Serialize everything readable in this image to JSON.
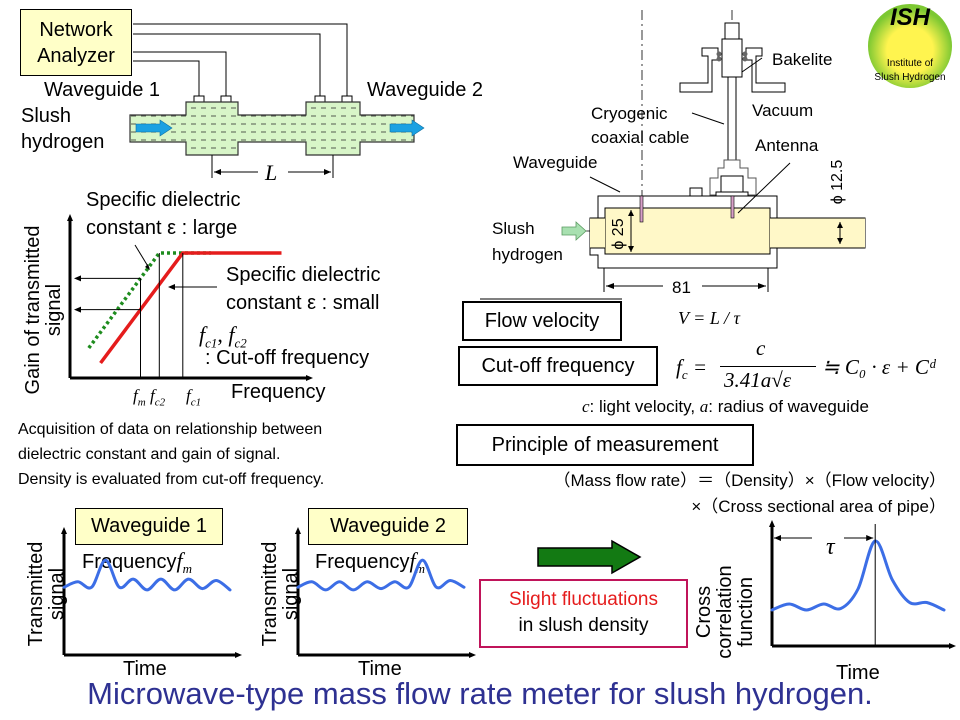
{
  "slide_title": "Microwave-type mass flow rate meter for slush hydrogen.",
  "logo": {
    "abbrev": "ISH",
    "line1": "Institute of",
    "line2": "Slush Hydrogen",
    "colors": {
      "outer": "#7dc832",
      "inner": "#fff44f",
      "text": "#1a1a1a"
    }
  },
  "pipeline_diagram": {
    "analyzer_label_line1": "Network",
    "analyzer_label_line2": "Analyzer",
    "waveguide1_label": "Waveguide 1",
    "waveguide2_label": "Waveguide 2",
    "fluid_label_line1": "Slush",
    "fluid_label_line2": "hydrogen",
    "distance_label": "L",
    "colors": {
      "pipe_fill": "#d8f5c8",
      "flow_arrow": "#1ba1e2",
      "analyzer_fill": "#ffffc8"
    }
  },
  "gain_chart": {
    "ylabel_line1": "Gain of transmitted",
    "ylabel_line2": "signal",
    "xlabel": "Frequency",
    "large_label_line1": "Specific dielectric",
    "large_label_line2": "constant ε : large",
    "small_label_line1": "Specific dielectric",
    "small_label_line2": "constant ε : small",
    "cutoff_symbols": "fᶜ₁,  fᶜ₂",
    "cutoff_label": ": Cut-off frequency",
    "ticks": [
      "fm",
      "fc2",
      "fc1"
    ],
    "tick_fm": "f",
    "tick_fm_sub": "m",
    "tick_fc2": "f",
    "tick_fc2_sub": "c2",
    "tick_fc1": "f",
    "tick_fc1_sub": "c1",
    "fc_sym1": "f",
    "fc_sub1": "c1",
    "fc_sym2": "f",
    "fc_sub2": "c2",
    "colors": {
      "large": "#1e8c1e",
      "small": "#e51c1c"
    }
  },
  "description": {
    "line1": "Acquisition of data on relationship between",
    "line2": "dielectric constant and gain of signal.",
    "line3": "Density is evaluated from cut-off frequency."
  },
  "sensor_diagram": {
    "bakelite": "Bakelite",
    "vacuum": "Vacuum",
    "cable_line1": "Cryogenic",
    "cable_line2": "coaxial cable",
    "antenna": "Antenna",
    "waveguide": "Waveguide",
    "fluid_line1": "Slush",
    "fluid_line2": "hydrogen",
    "dim_diameter_large": "ϕ 25",
    "dim_diameter_small": "ϕ 12.5",
    "dim_length": "81",
    "colors": {
      "fill": "#fff8c8",
      "inlet_arrow": "#a8e0b0"
    }
  },
  "equations": {
    "flow_velocity_label": "Flow velocity",
    "flow_velocity_eq": "V = L / τ",
    "cutoff_label": "Cut-off frequency",
    "cutoff_lhs": "f",
    "cutoff_lhs_sub": "c",
    "cutoff_num": "c",
    "cutoff_den": "3.41a√ε",
    "cutoff_rhs": "≒ C₀ · ε + Cᵈ",
    "legend": "c: light velocity, a: radius of waveguide",
    "legend_c": "c",
    "legend_c_text": ": light velocity, ",
    "legend_a": "a",
    "legend_a_text": ": radius of waveguide"
  },
  "principle": {
    "label": "Principle of measurement",
    "line1": "（Mass flow rate）＝（Density）×（Flow velocity）",
    "line2": "×（Cross sectional area of pipe）"
  },
  "signal_charts": [
    {
      "title": "Waveguide 1",
      "subtitle": "Frequency",
      "subtitle_sym": "f",
      "subtitle_sub": "m",
      "ylabel_line1": "Transmitted",
      "ylabel_line2": "signal",
      "xlabel": "Time"
    },
    {
      "title": "Waveguide 2",
      "subtitle": "Frequency",
      "subtitle_sym": "f",
      "subtitle_sub": "m",
      "ylabel_line1": "Transmitted",
      "ylabel_line2": "signal",
      "xlabel": "Time"
    }
  ],
  "fluctuation_box": {
    "line1": "Slight fluctuations",
    "line2": "in slush density",
    "colors": {
      "border": "#c0145a",
      "highlight": "#e51c1c",
      "arrow": "#137a13"
    }
  },
  "correlation_chart": {
    "ylabel_line1": "Cross",
    "ylabel_line2": "correlation",
    "ylabel_line3": "function",
    "xlabel": "Time",
    "lag_label": "τ"
  },
  "chart_data": [
    {
      "type": "line",
      "title": "Gain of transmitted signal vs Frequency",
      "xlabel": "Frequency",
      "ylabel": "Gain of transmitted signal",
      "series": [
        {
          "name": "Specific dielectric constant ε : large",
          "style": "dotted",
          "x": [
            0.8,
            3.8,
            6.0
          ],
          "y": [
            1.2,
            5.0,
            5.0
          ]
        },
        {
          "name": "Specific dielectric constant ε : small",
          "style": "solid",
          "x": [
            1.3,
            4.8,
            9.0
          ],
          "y": [
            0.6,
            5.0,
            5.0
          ]
        }
      ],
      "markers": {
        "fm": 3.0,
        "fc2": 3.8,
        "fc1": 4.8
      },
      "xlim": [
        0,
        10
      ],
      "ylim": [
        0,
        6
      ]
    },
    {
      "type": "line",
      "title": "Waveguide 1",
      "xlabel": "Time",
      "ylabel": "Transmitted signal",
      "x": [
        0,
        1,
        2,
        3,
        4,
        5,
        6,
        7,
        8,
        9,
        10,
        11,
        12
      ],
      "y": [
        0,
        0.2,
        0,
        1.0,
        0,
        0.3,
        -0.1,
        0.3,
        -0.1,
        0.3,
        -0.05,
        0.25,
        -0.1
      ],
      "ylim": [
        -2.5,
        2
      ]
    },
    {
      "type": "line",
      "title": "Waveguide 2",
      "xlabel": "Time",
      "ylabel": "Transmitted signal",
      "x": [
        0,
        1,
        2,
        3,
        4,
        5,
        6,
        7,
        8,
        9,
        10,
        11,
        12
      ],
      "y": [
        0,
        0.2,
        -0.1,
        0.2,
        -0.1,
        0.2,
        -0.05,
        0.2,
        0,
        1.0,
        0,
        0.25,
        0
      ],
      "ylim": [
        -2.5,
        2
      ]
    },
    {
      "type": "line",
      "title": "Cross correlation function",
      "xlabel": "Time",
      "ylabel": "Cross correlation function",
      "x": [
        0,
        1,
        2,
        3,
        4,
        5,
        6,
        7,
        8,
        9,
        10
      ],
      "y": [
        0,
        0.2,
        0,
        0.2,
        0.05,
        0.7,
        2.3,
        1.0,
        0.25,
        0.25,
        0
      ],
      "peak_x": 6,
      "ylim": [
        -1.2,
        2.8
      ]
    }
  ]
}
